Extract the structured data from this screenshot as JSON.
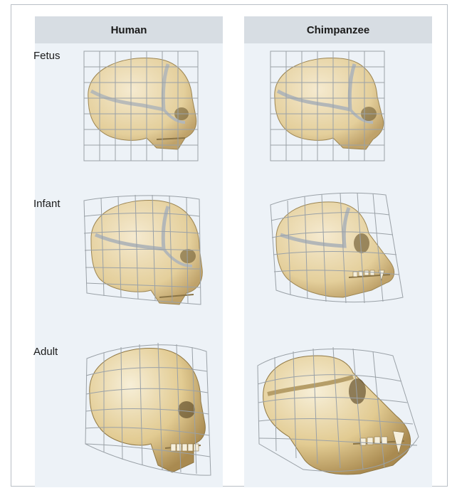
{
  "columns": {
    "human": "Human",
    "chimp": "Chimpanzee"
  },
  "stages": {
    "fetus": "Fetus",
    "infant": "Infant",
    "adult": "Adult"
  },
  "colors": {
    "bone": "#ead9ae",
    "bone_shade": "#c9b27c",
    "bone_dark": "#8a7446",
    "suture": "#aeb2b4",
    "grid": "#9aa1a7",
    "column_bg": "#edf2f7",
    "header_bg": "#d7dde3"
  }
}
